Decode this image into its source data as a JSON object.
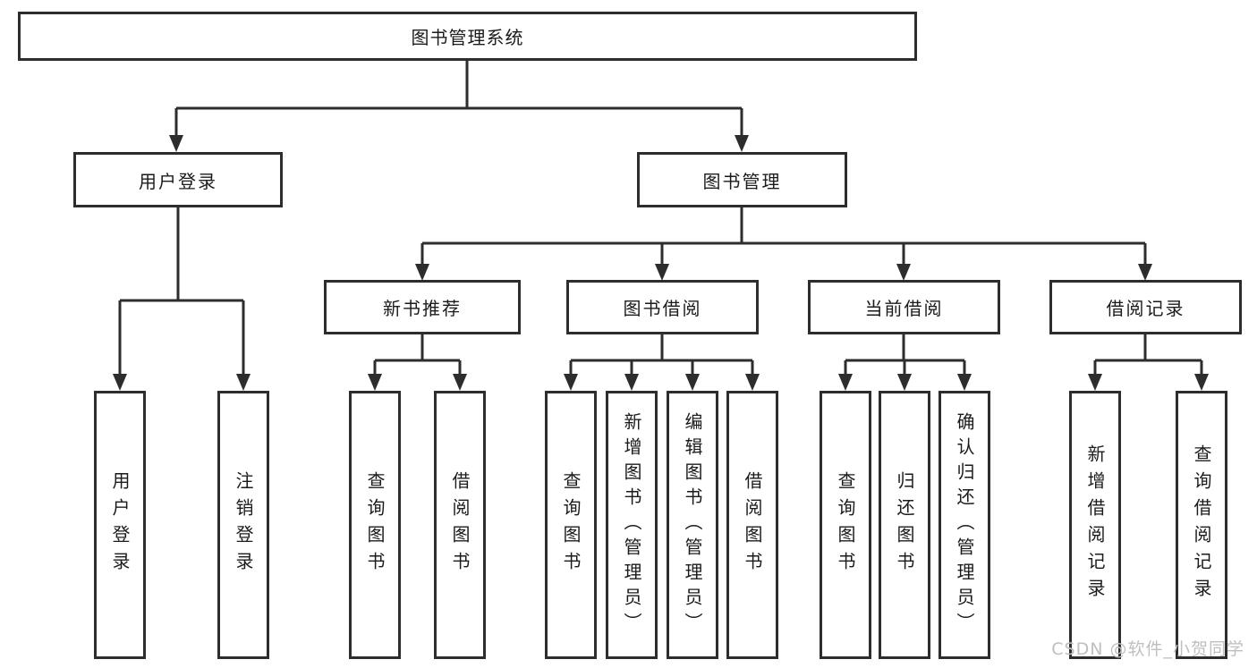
{
  "tree": {
    "root": {
      "label": "图书管理系统"
    },
    "branches": [
      {
        "label": "用户登录",
        "children": [
          {
            "label": "用户登录"
          },
          {
            "label": "注销登录"
          }
        ]
      },
      {
        "label": "图书管理",
        "children": [
          {
            "label": "新书推荐",
            "children": [
              {
                "label": "查询图书"
              },
              {
                "label": "借阅图书"
              }
            ]
          },
          {
            "label": "图书借阅",
            "children": [
              {
                "label": "查询图书"
              },
              {
                "label": "新增图书（管理员）"
              },
              {
                "label": "编辑图书（管理员）"
              },
              {
                "label": "借阅图书"
              }
            ]
          },
          {
            "label": "当前借阅",
            "children": [
              {
                "label": "查询图书"
              },
              {
                "label": "归还图书"
              },
              {
                "label": "确认归还（管理员）"
              }
            ]
          },
          {
            "label": "借阅记录",
            "children": [
              {
                "label": "新增借阅记录"
              },
              {
                "label": "查询借阅记录"
              }
            ]
          }
        ]
      }
    ]
  },
  "watermark": {
    "text": "CSDN @软件_小贺同学"
  },
  "colors": {
    "line": "#2d2d2d",
    "box_border": "#2d2d2d",
    "text": "#1b1b1b",
    "watermark": "#bfbfbf",
    "background": "#ffffff"
  }
}
